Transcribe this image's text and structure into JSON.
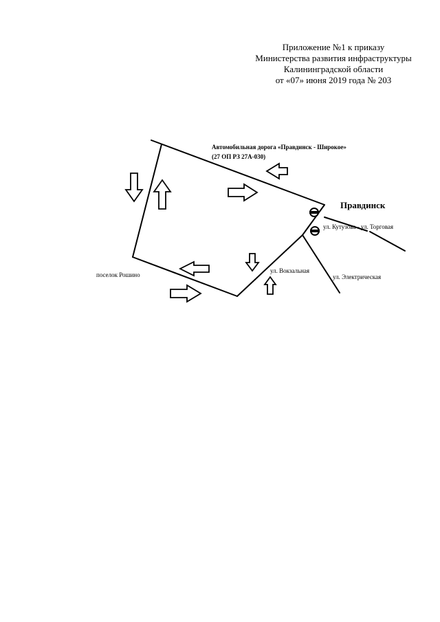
{
  "header": {
    "line1": "Приложение №1 к приказу",
    "line2": "Министерства развития инфраструктуры",
    "line3": "Калининградской области",
    "line4": "от «07» июня 2019 года № 203"
  },
  "map": {
    "road_name": "Автомобильная дорога «Правдинск - Широкое»",
    "road_code": "(27 ОП РЗ 27А-030)",
    "city": "Правдинск",
    "village": "поселок Рошино",
    "street_kutuzova": "ул. Кутузова - ул. Торговая",
    "street_vokzalnaya": "ул. Вокзальная",
    "street_elektricheskaya": "ул. Электрическая"
  }
}
